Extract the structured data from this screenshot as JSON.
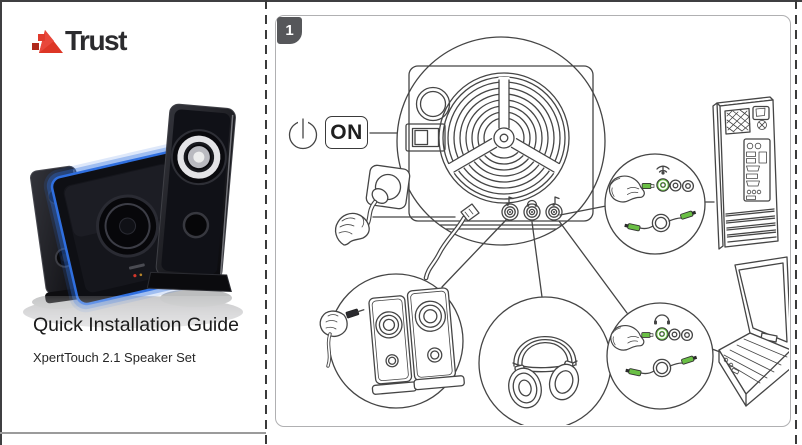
{
  "cover": {
    "brand_logo_text": "Trust",
    "title": "Quick Installation Guide",
    "subtitle": "XpertTouch 2.1 Speaker Set",
    "product_image": "black 2.1 speaker set, subwoofer with blue illuminated edge and two satellite speakers"
  },
  "step_panel": {
    "step_number": "1",
    "power_switch_label": "ON"
  },
  "diagram_icons": {
    "power": "power-icon",
    "speakers_jack": "speakers-jack-icon",
    "headphones_jack": "headphones-jack-icon",
    "line_jack": "line-jack-icon",
    "line_out": "line-out-icon",
    "headphone_out": "headphone-out-icon"
  },
  "colors": {
    "logo_red": "#e03a2c",
    "step_badge_gray": "#56575a",
    "jack_green": "#6abf45",
    "line_art": "#454545",
    "subwoofer_glow_blue": "#2f6fe0",
    "panel_border": "#b0b0b2"
  }
}
